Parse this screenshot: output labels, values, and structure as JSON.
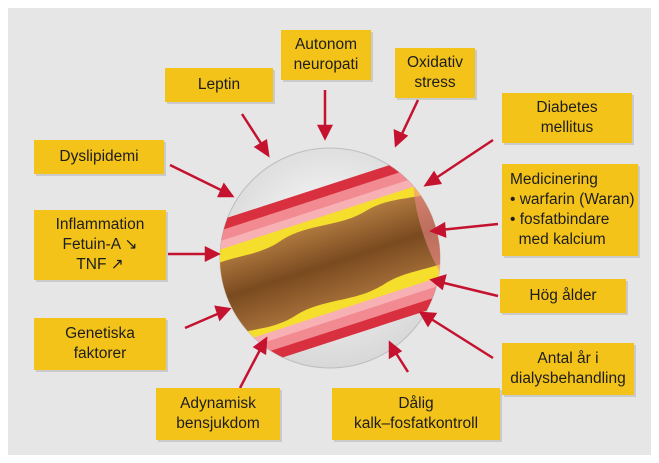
{
  "factors": {
    "leptin": "Leptin",
    "autonom": [
      "Autonom",
      "neuropati"
    ],
    "oxidativ": [
      "Oxidativ",
      "stress"
    ],
    "diabetes": [
      "Diabetes",
      "mellitus"
    ],
    "dyslipidemi": "Dyslipidemi",
    "medicinering": [
      "Medicinering",
      "• warfarin (Waran)",
      "• fosfatbindare",
      "  med kalcium"
    ],
    "inflammation": [
      "Inflammation",
      "Fetuin-A ↘",
      "TNF ↗"
    ],
    "hog_alder": "Hög ålder",
    "genetiska": [
      "Genetiska",
      "faktorer"
    ],
    "antal_ar": [
      "Antal år i",
      "dialysbehandling"
    ],
    "adynamisk": [
      "Adynamisk",
      "bensjukdom"
    ],
    "dalig": [
      "Dålig",
      "kalk–fosfatkontroll"
    ]
  },
  "colors": {
    "panel": "#e6e6e6",
    "box": "#f3c31a",
    "arrow": "#c4122f",
    "vessel_outer": "#d9303f",
    "vessel_inner": "#f28a92",
    "plaque": "#f5de2c",
    "calcification": "#8a5a2b"
  }
}
